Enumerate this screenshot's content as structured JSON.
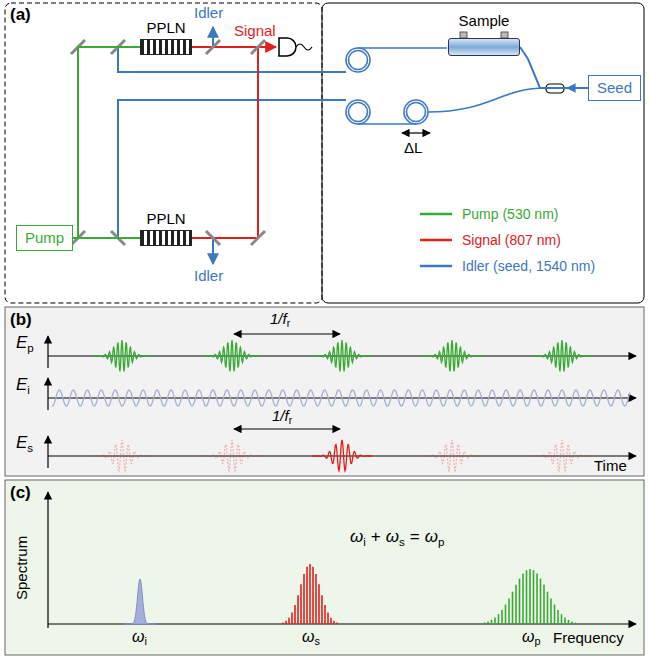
{
  "diagram": {
    "nodes": [
      {
        "text": [
          "Pump"
        ]
      },
      {
        "text": [
          "PPLN"
        ]
      },
      {
        "text": [
          "PPLN"
        ]
      },
      {
        "text": [
          "Sample"
        ]
      },
      {
        "text": [
          "Seed"
        ]
      }
    ],
    "edges": [
      {
        "from": 0,
        "to": 1,
        "arrow": "none"
      },
      {
        "from": 0,
        "to": 2,
        "arrow": "none"
      },
      {
        "from": 4,
        "to": 3,
        "arrow": "none"
      }
    ],
    "labels": [
      "(a)",
      "Idler",
      "Signal",
      "Idler",
      "ΔL",
      "(b)",
      "E",
      "p",
      "1/f",
      "r",
      "E",
      "i",
      "E",
      "s",
      "1/f",
      "r",
      "Time",
      "(c)",
      "Spectrum",
      "ω",
      "i",
      "+",
      "ω",
      "s",
      "=",
      "ω",
      "p",
      "ω",
      "i",
      "ω",
      "s",
      "ω",
      "p",
      "Frequency"
    ],
    "legend": [
      {
        "text": "Pump (530 nm)"
      },
      {
        "text": "Signal (807 nm)"
      },
      {
        "text": "Idler (seed, 1540 nm)"
      }
    ]
  }
}
